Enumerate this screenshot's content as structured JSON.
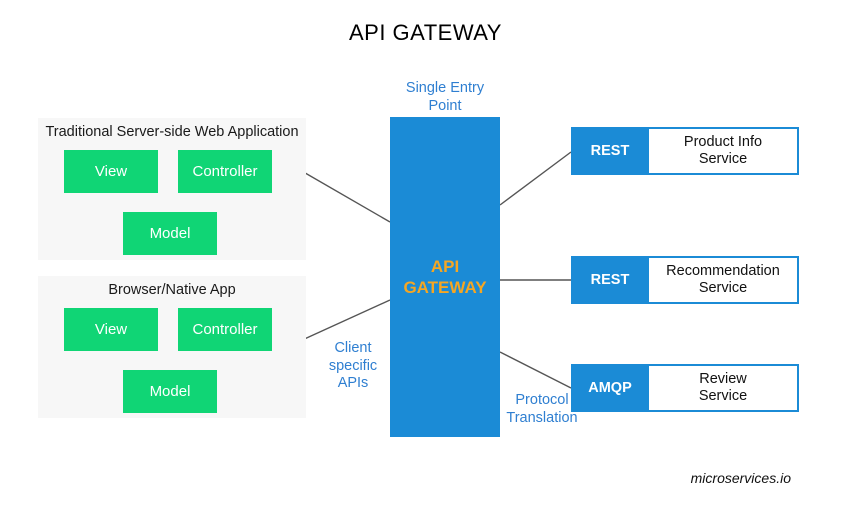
{
  "title": "API GATEWAY",
  "footer": {
    "credit": "microservices.io"
  },
  "colors": {
    "green": "#10d575",
    "blue": "#1b8bd6",
    "gateway_text": "#f5a623",
    "annotation": "#2f7fd1",
    "panel_bg": "#f7f7f7",
    "arrow": "#555555"
  },
  "clients": [
    {
      "title": "Traditional Server-side Web Application",
      "nodes": [
        {
          "label": "View"
        },
        {
          "label": "Controller"
        },
        {
          "label": "Model"
        }
      ]
    },
    {
      "title": "Browser/Native App",
      "nodes": [
        {
          "label": "View"
        },
        {
          "label": "Controller"
        },
        {
          "label": "Model"
        }
      ]
    }
  ],
  "gateway": {
    "label_line1": "API",
    "label_line2": "GATEWAY",
    "annotation_single_entry": "Single Entry\nPoint",
    "annotation_client_apis": "Client\nspecific\nAPIs",
    "annotation_protocol": "Protocol\nTranslation"
  },
  "services": [
    {
      "protocol": "REST",
      "name": "Product Info\nService"
    },
    {
      "protocol": "REST",
      "name": "Recommendation\nService"
    },
    {
      "protocol": "AMQP",
      "name": "Review\nService"
    }
  ]
}
